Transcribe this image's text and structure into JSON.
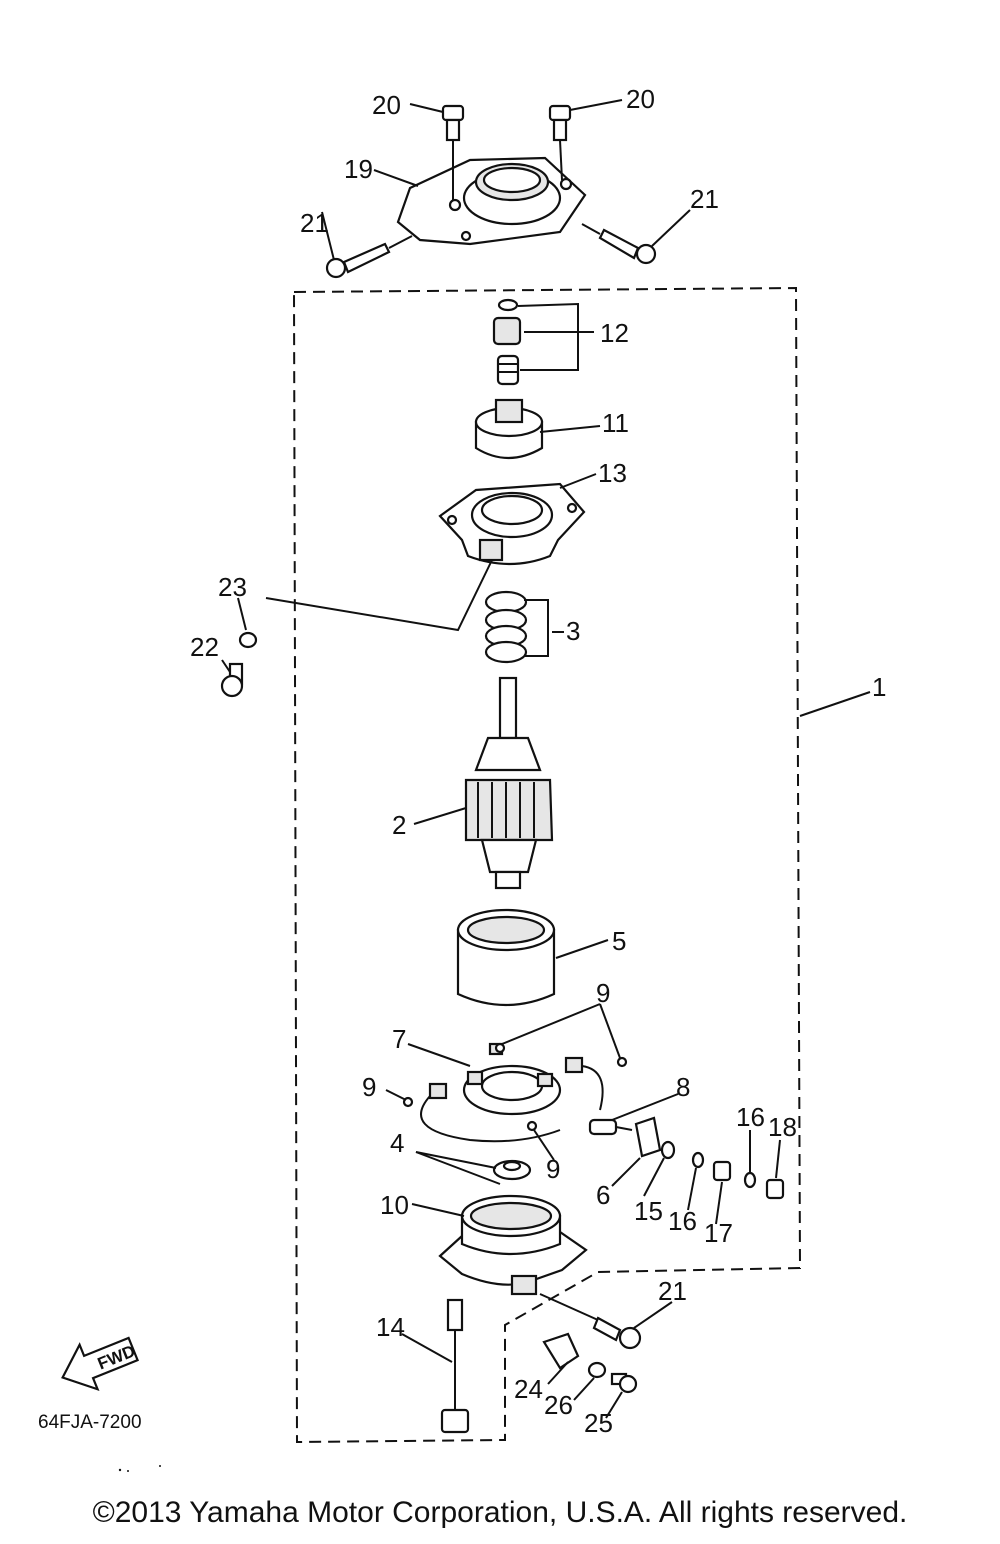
{
  "diagram": {
    "parts": [
      {
        "id": "callout-1",
        "text": "1"
      },
      {
        "id": "callout-2",
        "text": "2"
      },
      {
        "id": "callout-3",
        "text": "3"
      },
      {
        "id": "callout-4",
        "text": "4"
      },
      {
        "id": "callout-5",
        "text": "5"
      },
      {
        "id": "callout-6",
        "text": "6"
      },
      {
        "id": "callout-7",
        "text": "7"
      },
      {
        "id": "callout-8",
        "text": "8"
      },
      {
        "id": "callout-9a",
        "text": "9"
      },
      {
        "id": "callout-9b",
        "text": "9"
      },
      {
        "id": "callout-9c",
        "text": "9"
      },
      {
        "id": "callout-10",
        "text": "10"
      },
      {
        "id": "callout-11",
        "text": "11"
      },
      {
        "id": "callout-12",
        "text": "12"
      },
      {
        "id": "callout-13",
        "text": "13"
      },
      {
        "id": "callout-14",
        "text": "14"
      },
      {
        "id": "callout-15",
        "text": "15"
      },
      {
        "id": "callout-16a",
        "text": "16"
      },
      {
        "id": "callout-16b",
        "text": "16"
      },
      {
        "id": "callout-17",
        "text": "17"
      },
      {
        "id": "callout-18",
        "text": "18"
      },
      {
        "id": "callout-19",
        "text": "19"
      },
      {
        "id": "callout-20a",
        "text": "20"
      },
      {
        "id": "callout-20b",
        "text": "20"
      },
      {
        "id": "callout-21a",
        "text": "21"
      },
      {
        "id": "callout-21b",
        "text": "21"
      },
      {
        "id": "callout-21c",
        "text": "21"
      },
      {
        "id": "callout-22",
        "text": "22"
      },
      {
        "id": "callout-23",
        "text": "23"
      },
      {
        "id": "callout-24",
        "text": "24"
      },
      {
        "id": "callout-25",
        "text": "25"
      },
      {
        "id": "callout-26",
        "text": "26"
      }
    ],
    "fwd_label": "FWD",
    "drawing_code": "64FJA-7200"
  },
  "footer": {
    "copyright": "©2013 Yamaha Motor Corporation, U.S.A. All rights reserved."
  }
}
